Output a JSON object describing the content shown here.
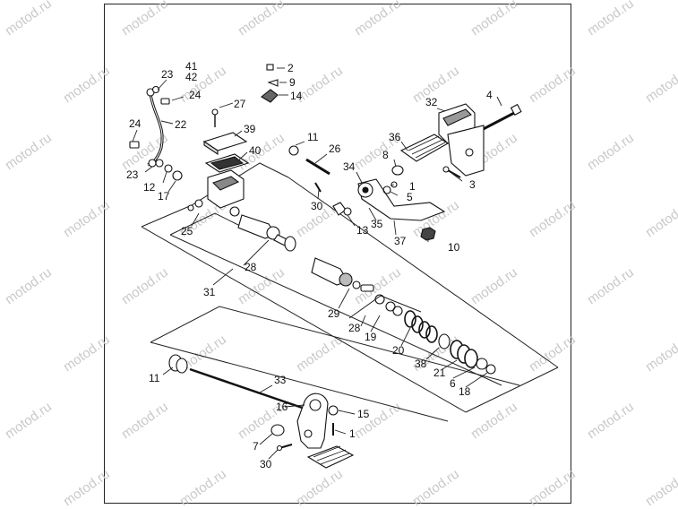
{
  "watermark": {
    "text": "motod.ru"
  },
  "callouts": [
    {
      "id": "c41",
      "label": "41"
    },
    {
      "id": "c42",
      "label": "42"
    },
    {
      "id": "c23a",
      "label": "23"
    },
    {
      "id": "c24a",
      "label": "24"
    },
    {
      "id": "c22",
      "label": "22"
    },
    {
      "id": "c24b",
      "label": "24"
    },
    {
      "id": "c23b",
      "label": "23"
    },
    {
      "id": "c12",
      "label": "12"
    },
    {
      "id": "c17",
      "label": "17"
    },
    {
      "id": "c2",
      "label": "2"
    },
    {
      "id": "c9",
      "label": "9"
    },
    {
      "id": "c14",
      "label": "14"
    },
    {
      "id": "c27",
      "label": "27"
    },
    {
      "id": "c39",
      "label": "39"
    },
    {
      "id": "c40",
      "label": "40"
    },
    {
      "id": "c11a",
      "label": "11"
    },
    {
      "id": "c26",
      "label": "26"
    },
    {
      "id": "c30a",
      "label": "30"
    },
    {
      "id": "c25",
      "label": "25"
    },
    {
      "id": "c28a",
      "label": "28"
    },
    {
      "id": "c31",
      "label": "31"
    },
    {
      "id": "c32",
      "label": "32"
    },
    {
      "id": "c4",
      "label": "4"
    },
    {
      "id": "c36",
      "label": "36"
    },
    {
      "id": "c8",
      "label": "8"
    },
    {
      "id": "c34",
      "label": "34"
    },
    {
      "id": "c1a",
      "label": "1"
    },
    {
      "id": "c5",
      "label": "5"
    },
    {
      "id": "c3",
      "label": "3"
    },
    {
      "id": "c13",
      "label": "13"
    },
    {
      "id": "c35",
      "label": "35"
    },
    {
      "id": "c37",
      "label": "37"
    },
    {
      "id": "c10",
      "label": "10"
    },
    {
      "id": "c29",
      "label": "29"
    },
    {
      "id": "c28b",
      "label": "28"
    },
    {
      "id": "c19",
      "label": "19"
    },
    {
      "id": "c20",
      "label": "20"
    },
    {
      "id": "c38",
      "label": "38"
    },
    {
      "id": "c21",
      "label": "21"
    },
    {
      "id": "c6",
      "label": "6"
    },
    {
      "id": "c18",
      "label": "18"
    },
    {
      "id": "c11b",
      "label": "11"
    },
    {
      "id": "c33",
      "label": "33"
    },
    {
      "id": "c16",
      "label": "16"
    },
    {
      "id": "c15",
      "label": "15"
    },
    {
      "id": "c7",
      "label": "7"
    },
    {
      "id": "c1b",
      "label": "1"
    },
    {
      "id": "c30b",
      "label": "30"
    }
  ]
}
